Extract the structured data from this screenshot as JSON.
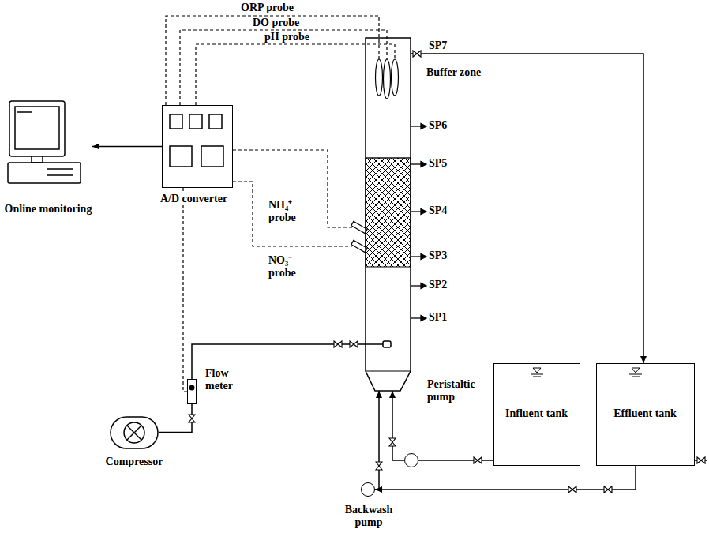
{
  "diagram": {
    "nodes": [
      {
        "text": [
          "A/D converter"
        ]
      },
      {
        "text": [
          "Online monitoring"
        ]
      },
      {
        "text": [
          "Buffer zone"
        ]
      },
      {
        "text": [
          "Flow meter"
        ]
      },
      {
        "text": [
          "Compressor"
        ]
      },
      {
        "text": [
          "Peristaltic pump"
        ]
      },
      {
        "text": [
          "Influent tank"
        ]
      },
      {
        "text": [
          "Effluent tank"
        ]
      },
      {
        "text": [
          "Backwash pump"
        ]
      }
    ],
    "edges": [
      {
        "from": 0,
        "to": 1,
        "arrow": "to"
      },
      {
        "from": 4,
        "to": 3,
        "arrow": "none"
      },
      {
        "from": 3,
        "to": 2,
        "arrow": "none"
      },
      {
        "from": 0,
        "to": 3,
        "arrow": "none"
      },
      {
        "from": 6,
        "to": 5,
        "arrow": "none"
      },
      {
        "from": 5,
        "to": 2,
        "arrow": "to"
      },
      {
        "from": 2,
        "to": 7,
        "arrow": "to"
      },
      {
        "from": 7,
        "to": 8,
        "arrow": "to"
      },
      {
        "from": 8,
        "to": 2,
        "arrow": "to"
      }
    ],
    "labels": [
      "ORP probe",
      "DO probe",
      "pH probe",
      "SP7",
      "SP6",
      "SP5",
      "SP4",
      "SP3",
      "SP2",
      "SP1",
      "NH₄⁺ probe",
      "NO₃⁻ probe"
    ]
  }
}
